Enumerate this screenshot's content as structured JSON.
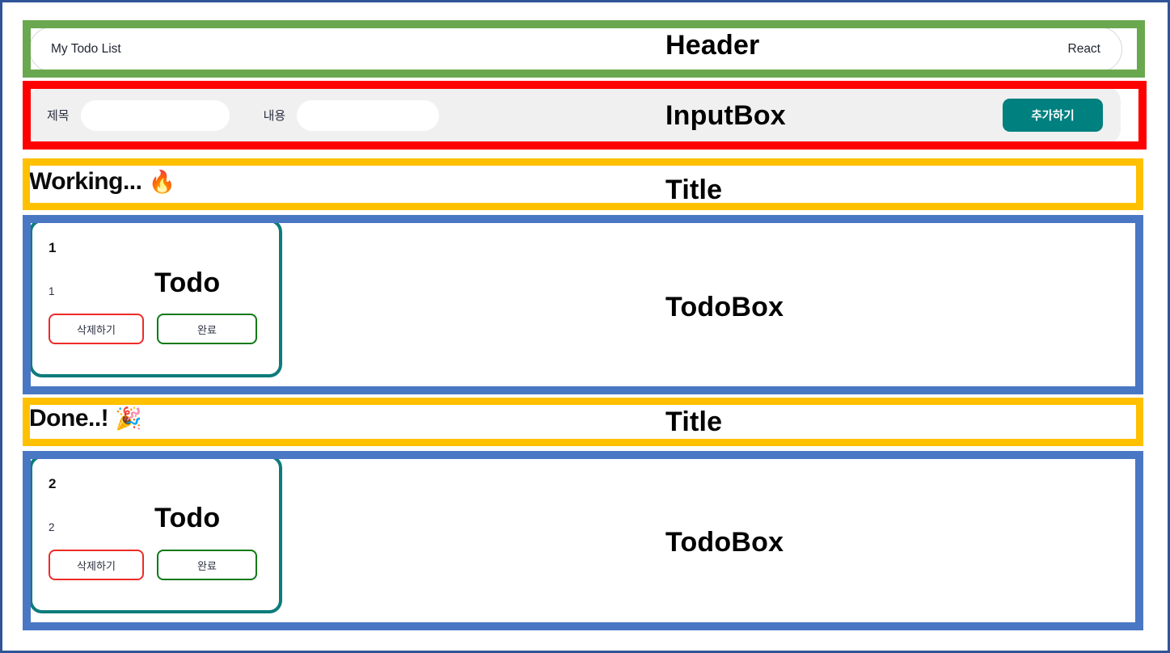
{
  "app": {
    "header": {
      "title": "My Todo List",
      "right_label": "React"
    },
    "input_box": {
      "title_label": "제목",
      "title_value": "",
      "title_placeholder": "",
      "content_label": "내용",
      "content_value": "",
      "content_placeholder": "",
      "add_button": "추가하기",
      "add_button_color": "#00807f"
    },
    "sections": [
      {
        "heading": "Working...",
        "emoji": "🔥",
        "emoji_name": "fire-emoji",
        "todos": [
          {
            "title": "1",
            "body": "1",
            "delete_label": "삭제하기",
            "done_label": "완료"
          }
        ]
      },
      {
        "heading": "Done..!",
        "emoji": "🎉",
        "emoji_name": "party-popper-emoji",
        "todos": [
          {
            "title": "2",
            "body": "2",
            "delete_label": "삭제하기",
            "done_label": "완료"
          }
        ]
      }
    ]
  },
  "annotations": [
    {
      "label": "Header",
      "color": "#6aa84f"
    },
    {
      "label": "InputBox",
      "color": "#ff0000"
    },
    {
      "label": "Title",
      "color": "#ffc000"
    },
    {
      "label": "TodoBox",
      "color": "#4a77c4"
    },
    {
      "label": "Title",
      "color": "#ffc000"
    },
    {
      "label": "TodoBox",
      "color": "#4a77c4"
    },
    {
      "label": "Todo",
      "color": "#0d7b7b"
    }
  ],
  "annotation_labels": {
    "header": "Header",
    "inputbox": "InputBox",
    "title_working": "Title",
    "todobox_working": "TodoBox",
    "title_done": "Title",
    "todobox_done": "TodoBox",
    "todo_working": "Todo",
    "todo_done": "Todo"
  },
  "theme": {
    "page_border": "#2f5597",
    "teal": "#0d7b7b",
    "delete_red": "#ee2b26",
    "done_green": "#0c7a16",
    "panel_gray": "#f0f0f0"
  }
}
